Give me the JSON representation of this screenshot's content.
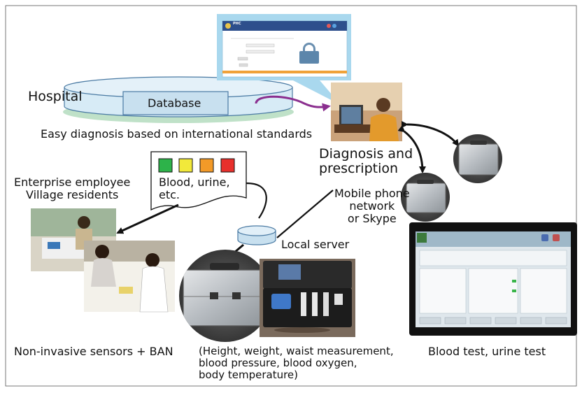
{
  "labels": {
    "hospital": "Hospital",
    "database": "Database",
    "easy_diagnosis": "Easy diagnosis based on international standards",
    "diagnosis": "Diagnosis and\nprescription",
    "enterprise": "Enterprise employee\nVillage residents",
    "test_card": "Blood, urine,\netc.",
    "mobile": "Mobile phone\nnetwork\nor Skype",
    "local_server": "Local server",
    "sensors": "Non-invasive sensors + BAN",
    "measurements": "(Height, weight, waist measurement,\nblood pressure, blood oxygen,\nbody temperature)",
    "blood_test": "Blood test, urine test"
  },
  "test_colors": [
    "#2db34a",
    "#f2e93a",
    "#f39a28",
    "#e8302c"
  ],
  "screen_tab": "PHC",
  "colors": {
    "callout": "#a9d8ee",
    "arrow": "#8b2f8f",
    "database_fill": "#d7ebf6",
    "database_base": "#bfe1c8"
  }
}
